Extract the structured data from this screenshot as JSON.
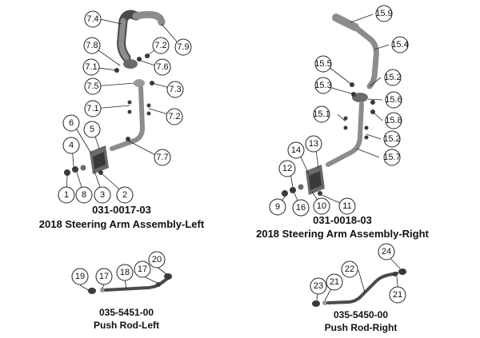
{
  "assemblies": [
    {
      "part_number": "031-0017-03",
      "name": "2018 Steering Arm Assembly-Left"
    },
    {
      "part_number": "031-0018-03",
      "name": "2018 Steering Arm Assembly-Right"
    },
    {
      "part_number": "035-5451-00",
      "name": "Push Rod-Left"
    },
    {
      "part_number": "035-5450-00",
      "name": "Push Rod-Right"
    }
  ],
  "callouts": {
    "left_arm": [
      "7.4",
      "7.9",
      "7.8",
      "7.2",
      "7.1",
      "7.6",
      "7.5",
      "7.3",
      "7.1",
      "7.2",
      "6",
      "5",
      "4",
      "7.7",
      "1",
      "8",
      "3",
      "2"
    ],
    "right_arm": [
      "15.9",
      "15.4",
      "15.5",
      "15.2",
      "15.3",
      "15.6",
      "15.1",
      "15.8",
      "15.2",
      "15.7",
      "14",
      "13",
      "12",
      "9",
      "16",
      "10",
      "11"
    ],
    "left_rod": [
      "19",
      "17",
      "18",
      "17",
      "20"
    ],
    "right_rod": [
      "24",
      "22",
      "23",
      "21",
      "21"
    ]
  }
}
